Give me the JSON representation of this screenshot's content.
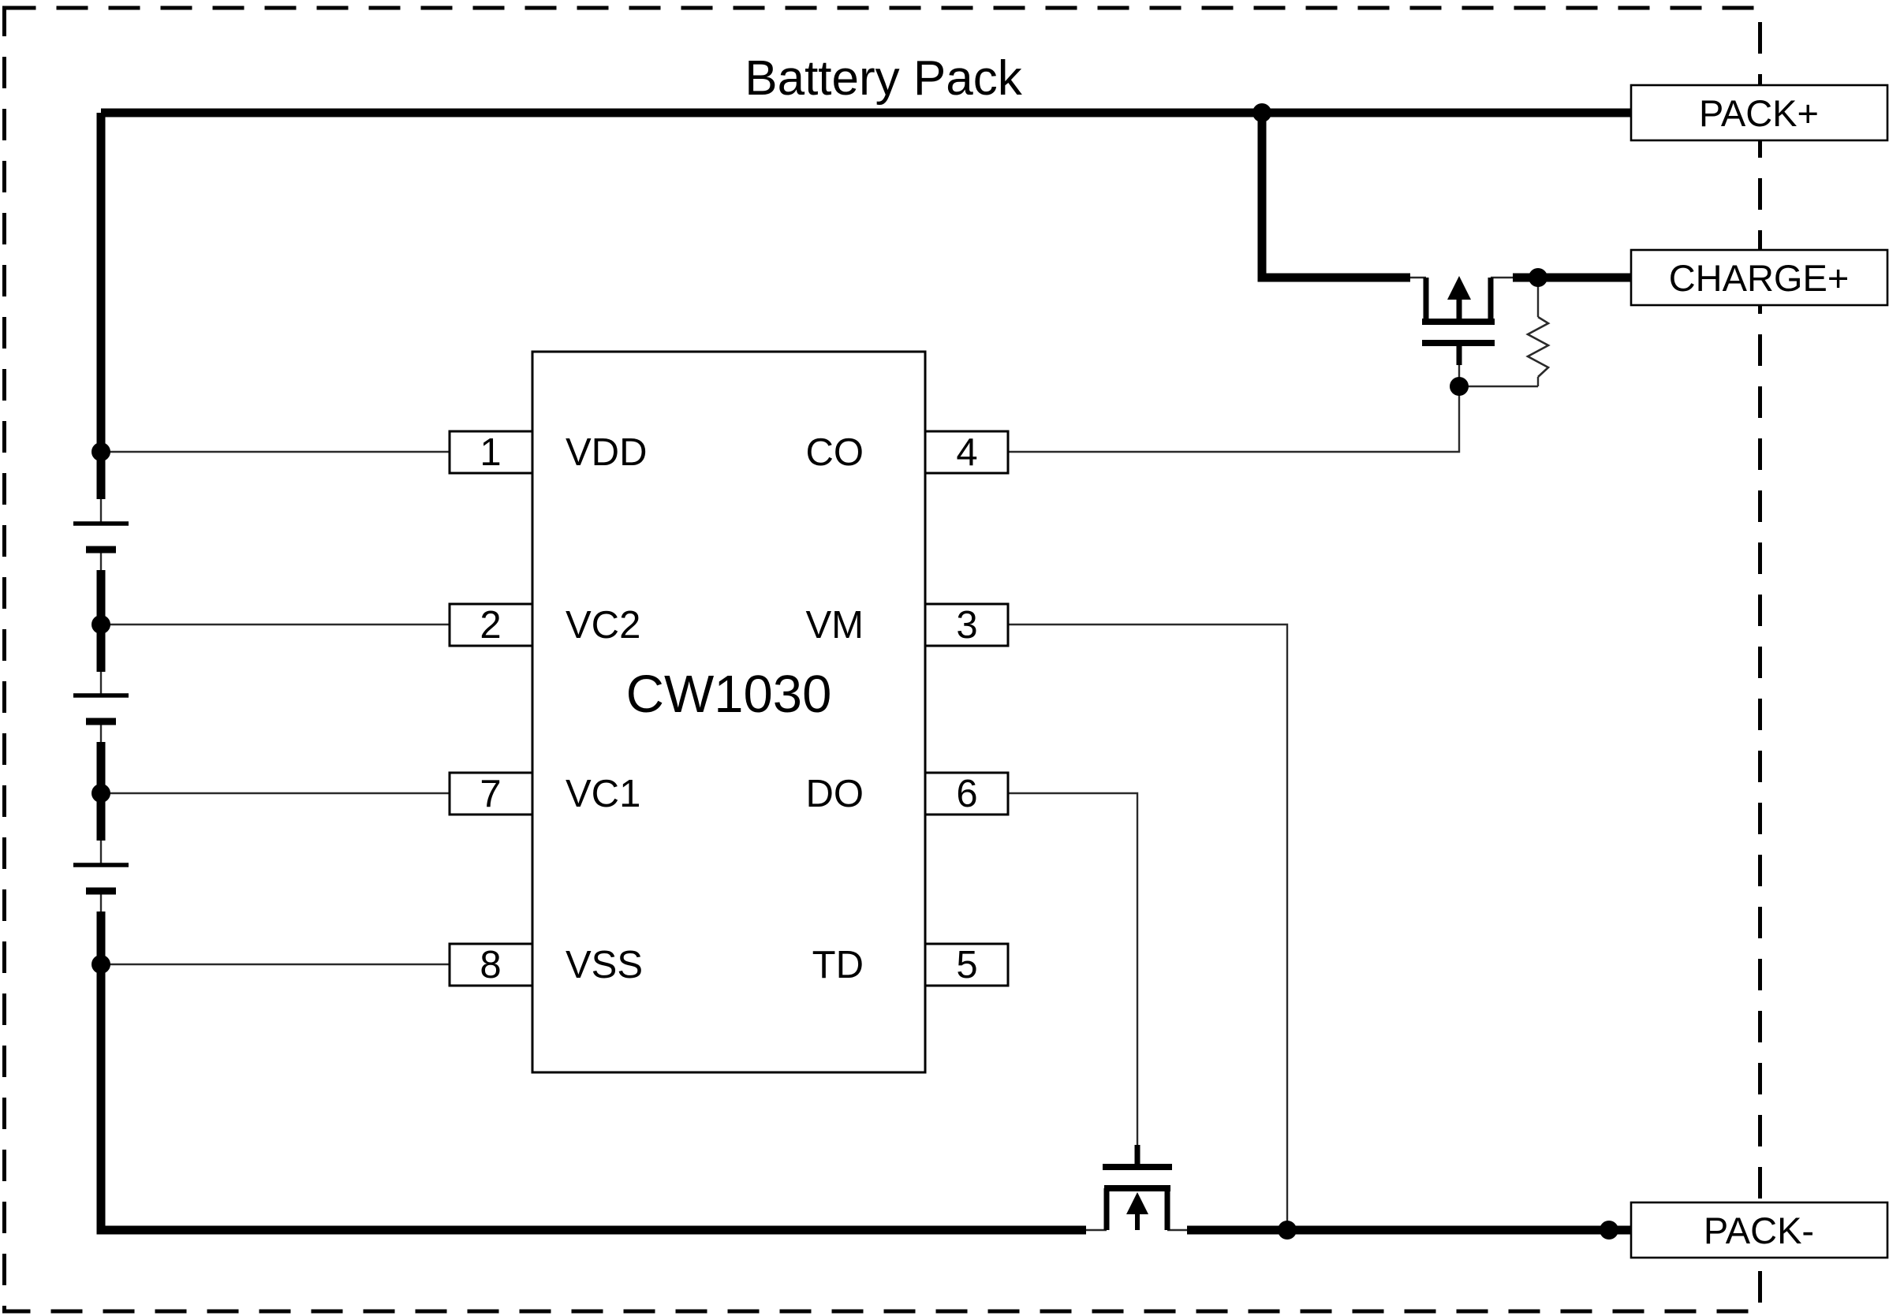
{
  "diagram": {
    "title": "Battery Pack",
    "ic": {
      "name": "CW1030",
      "pins_left": [
        {
          "number": "1",
          "name": "VDD"
        },
        {
          "number": "2",
          "name": "VC2"
        },
        {
          "number": "7",
          "name": "VC1"
        },
        {
          "number": "8",
          "name": "VSS"
        }
      ],
      "pins_right": [
        {
          "number": "4",
          "name": "CO"
        },
        {
          "number": "3",
          "name": "VM"
        },
        {
          "number": "6",
          "name": "DO"
        },
        {
          "number": "5",
          "name": "TD"
        }
      ]
    },
    "terminals": [
      {
        "label": "PACK+"
      },
      {
        "label": "CHARGE+"
      },
      {
        "label": "PACK-"
      }
    ],
    "components": {
      "battery_cells": 3,
      "mosfets": [
        "charge-control-mosfet",
        "discharge-control-mosfet"
      ],
      "resistor": "gate-pullup-resistor"
    },
    "colors": {
      "line": "#000000",
      "thin_wire": "#2a2a2a",
      "background": "#ffffff"
    }
  }
}
